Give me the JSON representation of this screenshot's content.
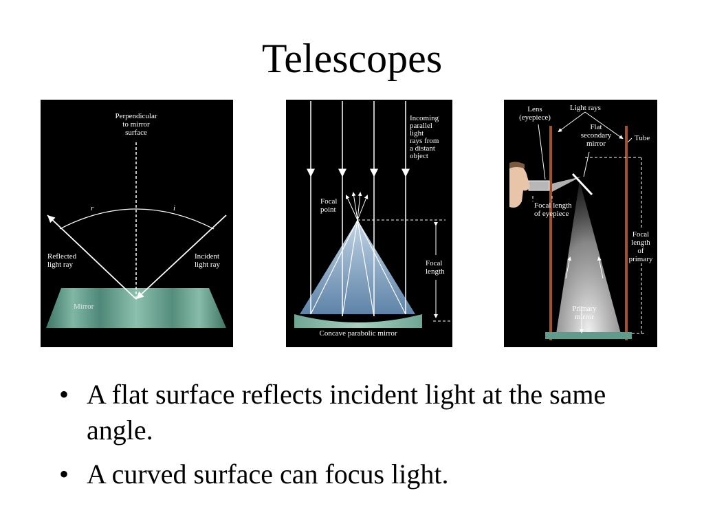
{
  "slide": {
    "title": "Telescopes",
    "bullets": [
      "A flat surface reflects incident light at the same angle.",
      "A curved surface can focus light."
    ],
    "bullet_symbol": "•"
  },
  "figure1": {
    "perpendicular": "Perpendicular\nto mirror\nsurface",
    "angle_r": "r",
    "angle_i": "i",
    "reflected": "Reflected\nlight ray",
    "incident": "Incident\nlight ray",
    "mirror": "Mirror"
  },
  "figure2": {
    "incoming": "Incoming\nparallel\nlight\nrays from\na distant\nobject",
    "focal_point": "Focal\npoint",
    "focal_length": "Focal\nlength",
    "mirror": "Concave parabolic mirror"
  },
  "figure3": {
    "lens": "Lens\n(eyepiece)",
    "light_rays": "Light rays",
    "secondary": "Flat\nsecondary\nmirror",
    "tube": "Tube",
    "focal_eyepiece": "Focal length\nof eyepiece",
    "focal_primary": "Focal\nlength\nof\nprimary",
    "primary": "Primary\nmirror"
  },
  "colors": {
    "panel_background": "#000000",
    "mirror": "#5f9c8c",
    "tube": "#a0522d",
    "light_cone": "#9bc4e6"
  }
}
